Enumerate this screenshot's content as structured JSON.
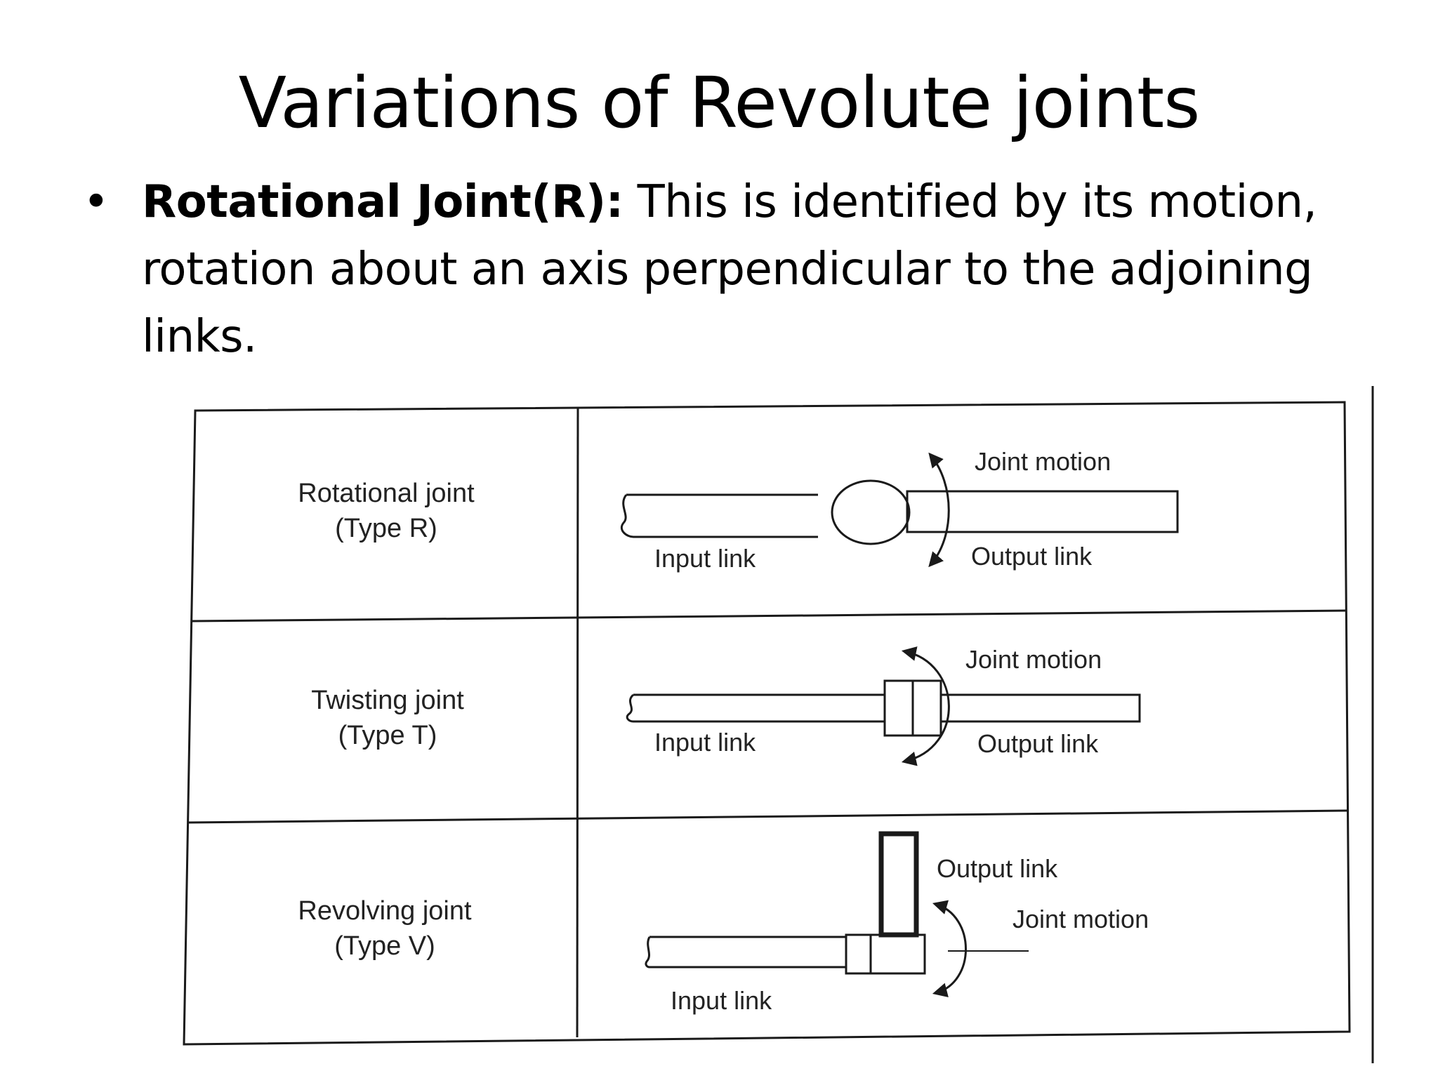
{
  "slide": {
    "title": "Variations of Revolute joints",
    "bullet": {
      "symbol": "•",
      "term": "Rotational Joint(R):",
      "text": "This is identified by its motion, rotation about an axis perpendicular to the adjoining links."
    }
  },
  "figure": {
    "rows": [
      {
        "name_line1": "Rotational joint",
        "name_line2": "(Type R)",
        "joint_motion": "Joint motion",
        "input_link": "Input link",
        "output_link": "Output link"
      },
      {
        "name_line1": "Twisting joint",
        "name_line2": "(Type T)",
        "joint_motion": "Joint motion",
        "input_link": "Input link",
        "output_link": "Output link"
      },
      {
        "name_line1": "Revolving joint",
        "name_line2": "(Type V)",
        "joint_motion": "Joint motion",
        "input_link": "Input link",
        "output_link": "Output link"
      }
    ]
  }
}
